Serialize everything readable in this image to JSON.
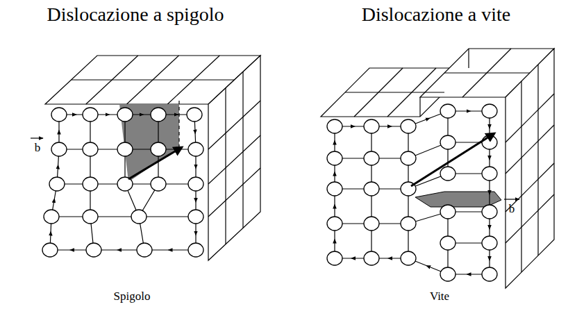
{
  "diagram": {
    "labels": [
      "Dislocazione a spigolo",
      "Dislocazione a vite",
      "b",
      "b",
      "Spigolo",
      "Vite"
    ]
  }
}
